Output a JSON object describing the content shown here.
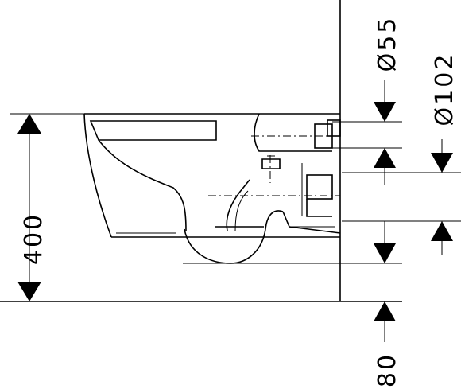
{
  "drawing": {
    "type": "technical-dimension-drawing",
    "line_color": "#000000",
    "background_color": "#ffffff",
    "dimensions": {
      "height_label": "400",
      "outlet_diameter_label": "Ø55",
      "drain_diameter_label": "Ø102",
      "floor_offset_label": "80"
    }
  }
}
